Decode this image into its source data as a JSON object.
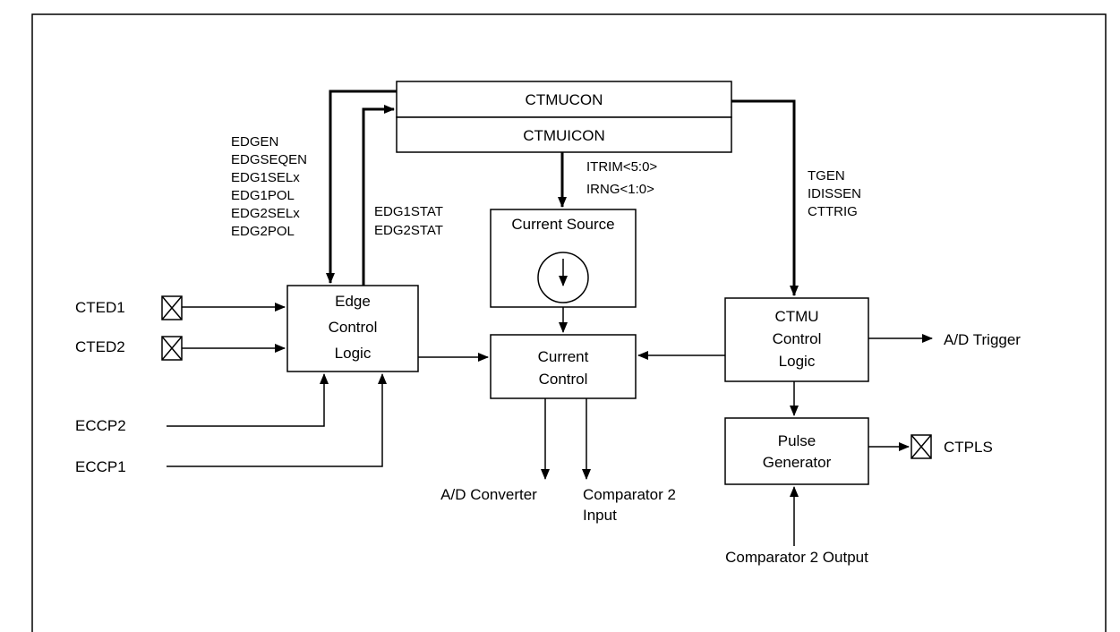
{
  "colors": {
    "line": "#000000",
    "background": "#ffffff"
  },
  "registers": {
    "ctmucon": "CTMUCON",
    "ctmuicon": "CTMUICON"
  },
  "blocks": {
    "edge_control": [
      "Edge",
      "Control",
      "Logic"
    ],
    "current_source": "Current Source",
    "current_control": [
      "Current",
      "Control"
    ],
    "ctmu_control": [
      "CTMU",
      "Control",
      "Logic"
    ],
    "pulse_generator": [
      "Pulse",
      "Generator"
    ]
  },
  "signals": {
    "edge_config": [
      "EDGEN",
      "EDGSEQEN",
      "EDG1SELx",
      "EDG1POL",
      "EDG2SELx",
      "EDG2POL"
    ],
    "edge_status": [
      "EDG1STAT",
      "EDG2STAT"
    ],
    "current_trim": [
      "ITRIM<5:0>",
      "IRNG<1:0>"
    ],
    "ctmu_config": [
      "TGEN",
      "IDISSEN",
      "CTTRIG"
    ]
  },
  "pins": {
    "cted1": "CTED1",
    "cted2": "CTED2",
    "ctpls": "CTPLS"
  },
  "inputs": {
    "eccp2": "ECCP2",
    "eccp1": "ECCP1",
    "comparator2_output": "Comparator 2 Output"
  },
  "outputs": {
    "ad_trigger": "A/D Trigger",
    "ad_converter": "A/D Converter",
    "comparator2_input": [
      "Comparator 2",
      "Input"
    ]
  },
  "icons": {
    "pin": "pin-x-icon",
    "current_source": "current-source-icon",
    "arrow": "arrowhead-icon"
  }
}
